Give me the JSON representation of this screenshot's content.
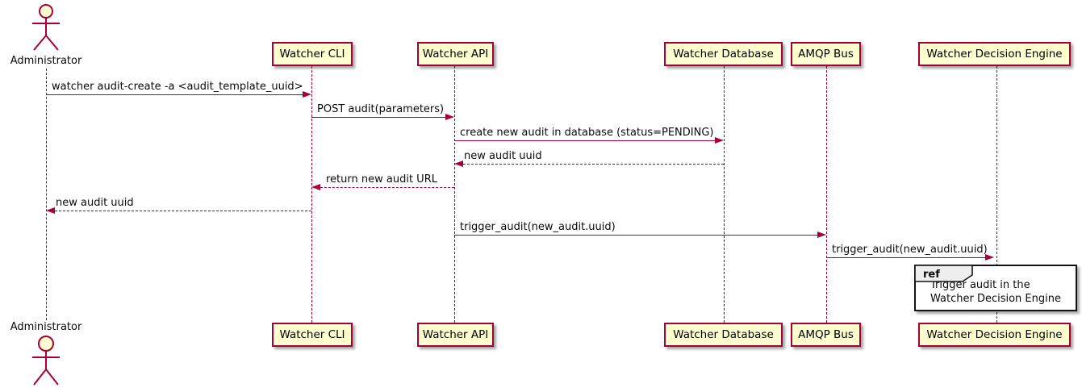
{
  "diagram": {
    "type": "sequence-diagram",
    "tool_style": "plantuml"
  },
  "colors": {
    "participant_fill": "#FEFECE",
    "participant_border": "#A80036",
    "arrow": "#A80036",
    "lifeline": "#A80036",
    "text": "#000000",
    "ref_border": "#141414",
    "ref_fill": "#FFFFFF",
    "ref_tab_fill": "#EEEEEE"
  },
  "actor": {
    "label": "Administrator"
  },
  "participants": [
    {
      "name": "Watcher CLI"
    },
    {
      "name": "Watcher API"
    },
    {
      "name": "Watcher Database"
    },
    {
      "name": "AMQP Bus"
    },
    {
      "name": "Watcher Decision Engine"
    }
  ],
  "messages": [
    {
      "from": "Administrator",
      "to": "Watcher CLI",
      "label": "watcher audit-create -a <audit_template_uuid>",
      "line": "solid",
      "direction": "right"
    },
    {
      "from": "Watcher CLI",
      "to": "Watcher API",
      "label": "POST audit(parameters)",
      "line": "solid",
      "direction": "right"
    },
    {
      "from": "Watcher API",
      "to": "Watcher Database",
      "label": "create new audit in database (status=PENDING)",
      "line": "solid",
      "direction": "right"
    },
    {
      "from": "Watcher Database",
      "to": "Watcher API",
      "label": "new audit uuid",
      "line": "dashed",
      "direction": "left"
    },
    {
      "from": "Watcher API",
      "to": "Watcher CLI",
      "label": "return new audit URL",
      "line": "dashed",
      "direction": "left"
    },
    {
      "from": "Watcher CLI",
      "to": "Administrator",
      "label": "new audit uuid",
      "line": "dashed",
      "direction": "left"
    },
    {
      "from": "Watcher API",
      "to": "AMQP Bus",
      "label": "trigger_audit(new_audit.uuid)",
      "line": "solid",
      "direction": "right"
    },
    {
      "from": "AMQP Bus",
      "to": "Watcher Decision Engine",
      "label": "trigger_audit(new_audit.uuid)",
      "line": "solid",
      "direction": "right"
    }
  ],
  "ref": {
    "keyword": "ref",
    "lines": [
      "Trigger audit in the",
      "Watcher Decision Engine"
    ]
  }
}
